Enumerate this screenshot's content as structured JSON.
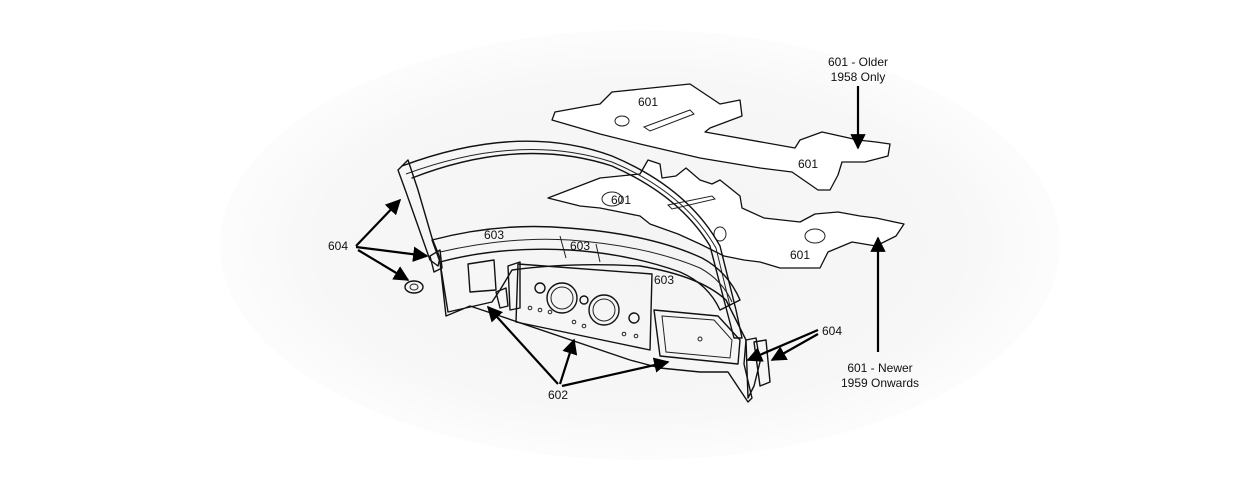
{
  "labels": {
    "older_line1": "601 - Older",
    "older_line2": "1958 Only",
    "newer_line1": "601 - Newer",
    "newer_line2": "1959 Onwards",
    "p601_a": "601",
    "p601_b": "601",
    "p601_c": "601",
    "p601_d": "601",
    "p603_a": "603",
    "p603_b": "603",
    "p603_c": "603",
    "p604_left": "604",
    "p604_right": "604",
    "p602": "602"
  },
  "colors": {
    "line": "#111111",
    "background": "#ffffff",
    "fade": "#f3f3f3"
  }
}
